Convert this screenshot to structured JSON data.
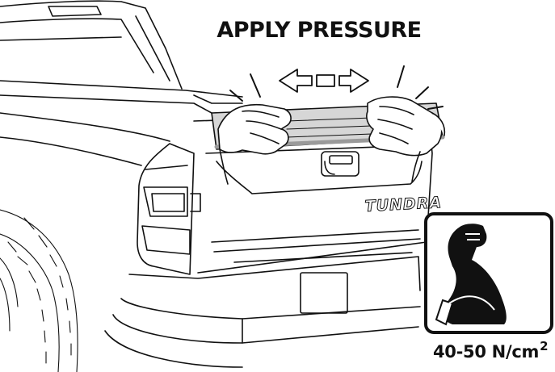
{
  "title": "APPLY PRESSURE",
  "badge_text": "TUNDRA",
  "pressure": {
    "value": "40-50 N/cm",
    "superscript": "2"
  },
  "icons": [
    "double-arrow-icon",
    "strong-arm-icon"
  ],
  "colors": {
    "line": "#111111",
    "background": "#ffffff",
    "strip": "#b5b5b5",
    "arm": "#111111"
  }
}
